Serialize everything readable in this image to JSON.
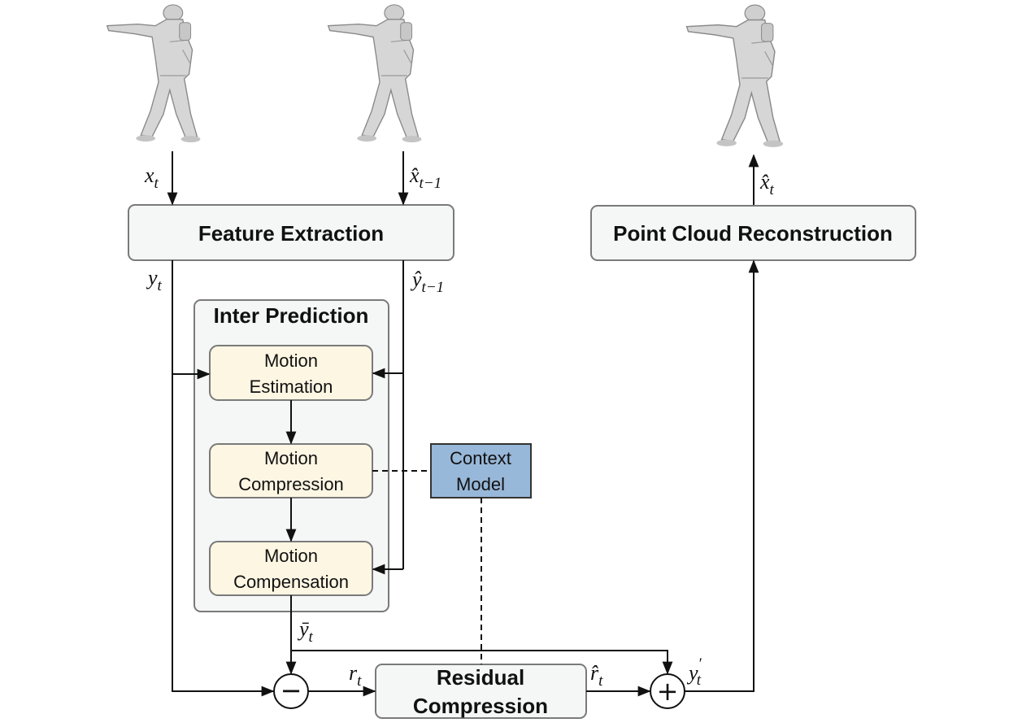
{
  "blocks": {
    "feature_extraction": "Feature Extraction",
    "point_cloud_reconstruction": "Point Cloud Reconstruction",
    "inter_prediction": "Inter Prediction",
    "motion_estimation": [
      "Motion",
      "Estimation"
    ],
    "motion_compression": [
      "Motion",
      "Compression"
    ],
    "motion_compensation": [
      "Motion",
      "Compensation"
    ],
    "context_model": [
      "Context",
      "Model"
    ],
    "residual_compression": [
      "Residual",
      "Compression"
    ]
  },
  "signals": {
    "x_t": {
      "base": "x",
      "sub": "t"
    },
    "x_hat_prev": {
      "base": "x̂",
      "sub": "t−1"
    },
    "x_hat_t": {
      "base": "x̂",
      "sub": "t"
    },
    "y_t": {
      "base": "y",
      "sub": "t"
    },
    "y_hat_prev": {
      "base": "ŷ",
      "sub": "t−1"
    },
    "y_bar_t": {
      "base": "ȳ",
      "sub": "t"
    },
    "r_t": {
      "base": "r",
      "sub": "t"
    },
    "r_hat_t": {
      "base": "r̂",
      "sub": "t"
    },
    "y_prime_t": {
      "base": "y",
      "sub": "t",
      "sup": "′"
    }
  },
  "operators": {
    "minus": "−",
    "plus": "+"
  },
  "colors": {
    "outer_box_fill": "#f5f7f7",
    "inner_box_fill": "#fdf6e3",
    "context_fill": "#98b8d9",
    "box_stroke": "#7a7a7a",
    "figure_fill": "#d9d9d9"
  }
}
